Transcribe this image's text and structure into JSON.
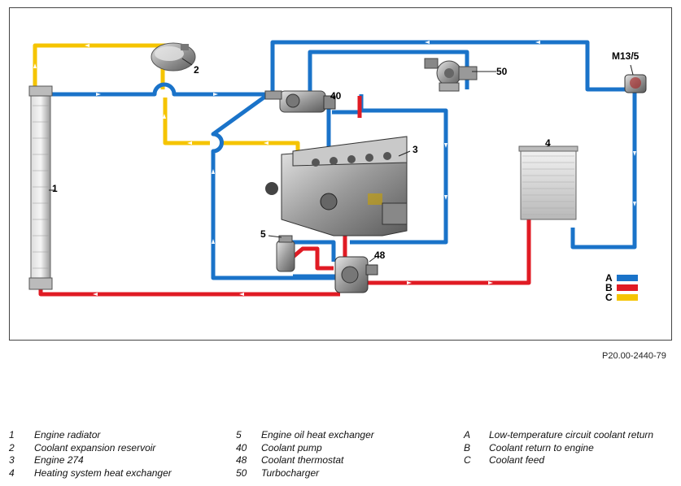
{
  "diagram": {
    "code": "P20.00-2440-79",
    "callouts": {
      "c1": "1",
      "c2": "2",
      "c3": "3",
      "c4": "4",
      "c5": "5",
      "c40": "40",
      "c48": "48",
      "c50": "50",
      "m13": "M13/5"
    },
    "line_key": [
      {
        "letter": "A",
        "color": "#1a73c9"
      },
      {
        "letter": "B",
        "color": "#e01b24"
      },
      {
        "letter": "C",
        "color": "#f5c400"
      }
    ]
  },
  "legend": {
    "col1": [
      {
        "num": "1",
        "text": "Engine radiator"
      },
      {
        "num": "2",
        "text": "Coolant expansion reservoir"
      },
      {
        "num": "3",
        "text": "Engine 274"
      },
      {
        "num": "4",
        "text": "Heating system heat exchanger"
      }
    ],
    "col2": [
      {
        "num": "5",
        "text": "Engine oil heat exchanger"
      },
      {
        "num": "40",
        "text": "Coolant pump"
      },
      {
        "num": "48",
        "text": "Coolant thermostat"
      },
      {
        "num": "50",
        "text": "Turbocharger"
      }
    ],
    "col3": [
      {
        "num": "A",
        "text": "Low-temperature circuit coolant return"
      },
      {
        "num": "B",
        "text": "Coolant return to engine"
      },
      {
        "num": "C",
        "text": "Coolant feed"
      }
    ]
  }
}
